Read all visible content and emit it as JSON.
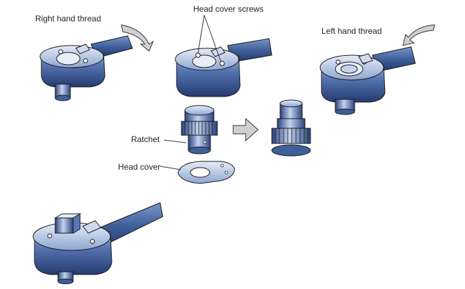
{
  "labels": {
    "right_hand_thread": "Right hand thread",
    "head_cover_screws": "Head cover screws",
    "left_hand_thread": "Left hand thread",
    "ratchet": "Ratchet",
    "head_cover": "Head cover"
  },
  "colors": {
    "steel_blue": "#3f5f9a",
    "steel_dark": "#243b70",
    "steel_light": "#a8bde0",
    "outline": "#1a1a1a",
    "arrow_grey": "#d0d0d0",
    "leader": "#333333"
  }
}
